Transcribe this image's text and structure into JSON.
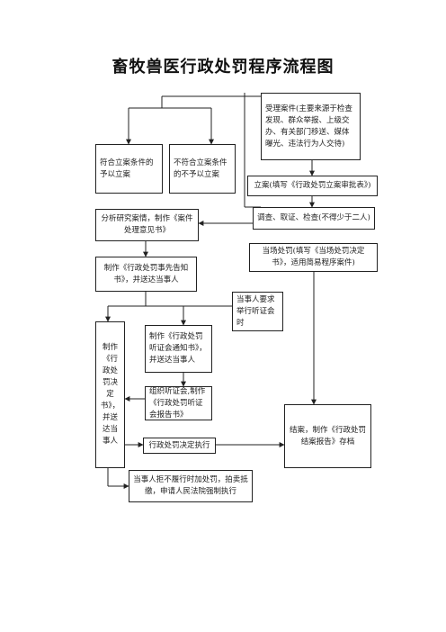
{
  "title": "畜牧兽医行政处罚程序流程图",
  "nodes": {
    "case_source": "受理案件(主要来源于检查发现、群众举报、上级交办、有关部门移送、媒体曝光、违法行为人交待)",
    "meets_criteria": "符合立案条件的予以立案",
    "not_meets": "不符合立案条件的不予以立案",
    "register": "立案(填写《行政处罚立案审批表》)",
    "investigate": "调查、取证、检查(不得少于二人)",
    "analyze": "分析研究案情，制作《案件处理意见书》",
    "onsite_penalty": "当场处罚(填写《当场处罚决定书》，适用简易程序案件)",
    "prior_notice": "制作《行政处罚事先告知书》，并送达当事人",
    "hearing_request": "当事人要求举行听证会时",
    "decision": "制作《行政处罚决定书》，并送达当事人",
    "hearing_notice": "制作《行政处罚听证会通知书》，并送达当事人",
    "hold_hearing": "组织听证会,制作《行政处罚听证会报告书》",
    "execute": "行政处罚决定执行",
    "close_case": "结案，制作《行政处罚结案报告》存档",
    "enforce": "当事人拒不履行时加处罚，拍卖抵缴，申请人民法院强制执行"
  }
}
